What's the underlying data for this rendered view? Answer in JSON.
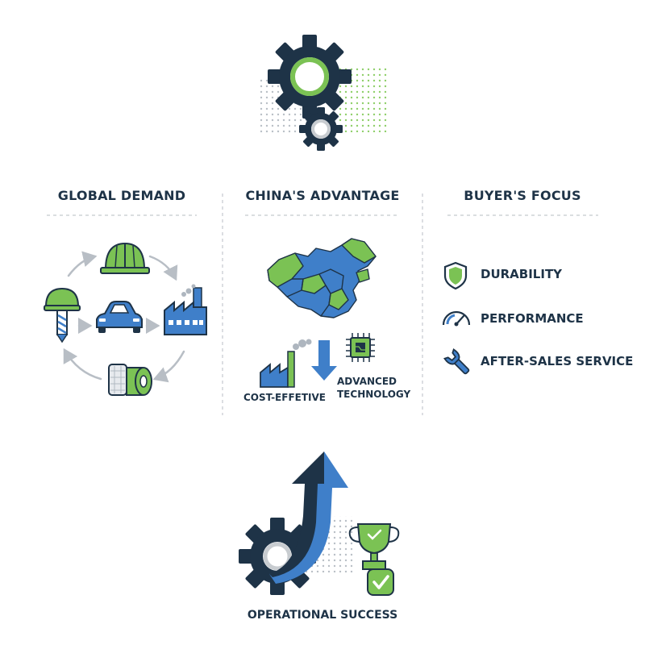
{
  "colors": {
    "navy": "#1e3347",
    "green": "#7bc254",
    "blue": "#3f7fc9",
    "gray": "#c8ccd0"
  },
  "columns": {
    "global_demand": {
      "title": "GLOBAL DEMAND",
      "icons": [
        "hard-hat-icon",
        "factory-icon",
        "film-roll-icon",
        "drill-bit-icon",
        "car-icon"
      ]
    },
    "china_advantage": {
      "title": "CHINA'S ADVANTAGE",
      "cost_label": "COST-EFFETIVE",
      "tech_label_line1": "ADVANCED",
      "tech_label_line2": "TECHNOLOGY",
      "icons": [
        "china-map-icon",
        "factory-icon",
        "down-arrow-icon",
        "microchip-icon"
      ]
    },
    "buyers_focus": {
      "title": "BUYER'S FOCUS",
      "items": [
        {
          "label": "DURABILITY",
          "icon": "shield-icon"
        },
        {
          "label": "PERFORMANCE",
          "icon": "gauge-icon"
        },
        {
          "label": "AFTER-SALES SERVICE",
          "icon": "wrench-icon"
        }
      ]
    }
  },
  "bottom": {
    "title": "OPERATIONAL SUCCESS",
    "icons": [
      "gear-icon",
      "up-arrow-icon",
      "trophy-icon",
      "checkmark-icon"
    ]
  }
}
